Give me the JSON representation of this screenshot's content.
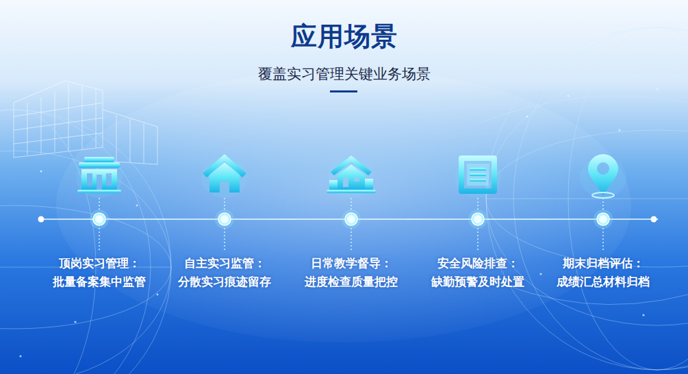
{
  "diagram": {
    "title": "应用场景",
    "nodes": [
      {
        "text": [
          "顶岗实习管理：",
          "批量备案集中监管"
        ]
      },
      {
        "text": [
          "自主实习监管：",
          "分散实习痕迹留存"
        ]
      },
      {
        "text": [
          "日常教学督导：",
          "进度检查质量把控"
        ]
      },
      {
        "text": [
          "安全风险排查：",
          "缺勤预警及时处置"
        ]
      },
      {
        "text": [
          "期末归档评估：",
          "成绩汇总材料归档"
        ]
      }
    ],
    "edges": [
      {
        "from": 0,
        "to": 1,
        "arrow": "none"
      },
      {
        "from": 1,
        "to": 2,
        "arrow": "none"
      },
      {
        "from": 2,
        "to": 3,
        "arrow": "none"
      },
      {
        "from": 3,
        "to": 4,
        "arrow": "none"
      }
    ],
    "labels": [
      "覆盖实习管理关键业务场景"
    ]
  }
}
